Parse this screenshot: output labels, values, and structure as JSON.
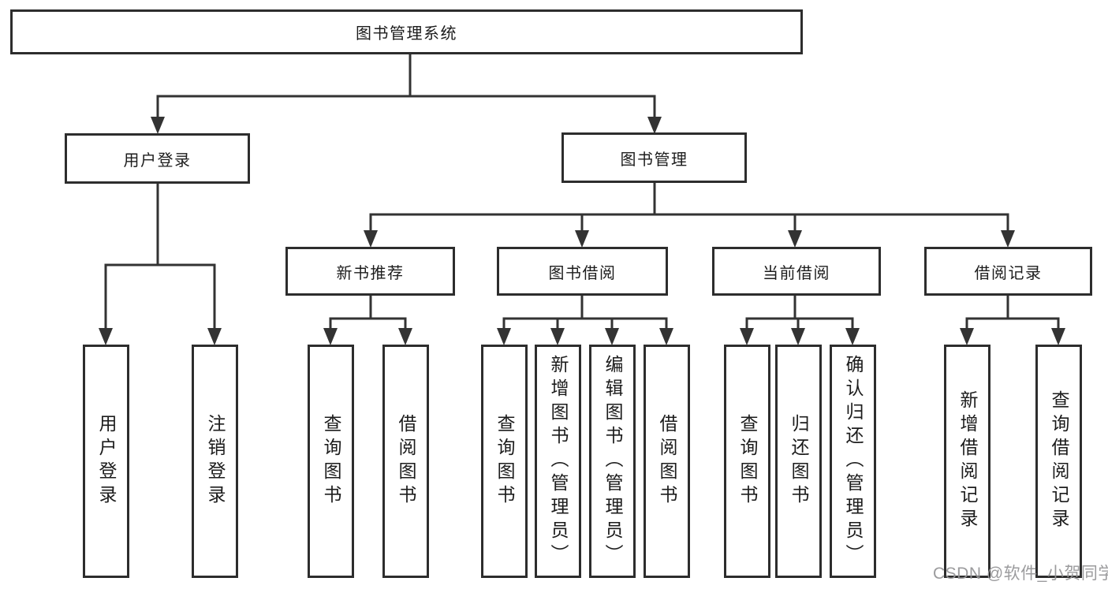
{
  "tree": {
    "label": "图书管理系统",
    "children": [
      {
        "label": "用户登录",
        "children": [
          {
            "label": "用户登录"
          },
          {
            "label": "注销登录"
          }
        ]
      },
      {
        "label": "图书管理",
        "children": [
          {
            "label": "新书推荐",
            "children": [
              {
                "label": "查询图书"
              },
              {
                "label": "借阅图书"
              }
            ]
          },
          {
            "label": "图书借阅",
            "children": [
              {
                "label": "查询图书"
              },
              {
                "label": "新增图书（管理员）"
              },
              {
                "label": "编辑图书（管理员）"
              },
              {
                "label": "借阅图书"
              }
            ]
          },
          {
            "label": "当前借阅",
            "children": [
              {
                "label": "查询图书"
              },
              {
                "label": "归还图书"
              },
              {
                "label": "确认归还（管理员）"
              }
            ]
          },
          {
            "label": "借阅记录",
            "children": [
              {
                "label": "新增借阅记录"
              },
              {
                "label": "查询借阅记录"
              }
            ]
          }
        ]
      }
    ]
  },
  "watermark": "CSDN @软件_小贺同学",
  "colors": {
    "box_border": "#2d2d2d",
    "line": "#333333",
    "text": "#1c1c1c",
    "watermark": "#969698",
    "background": "#ffffff"
  }
}
